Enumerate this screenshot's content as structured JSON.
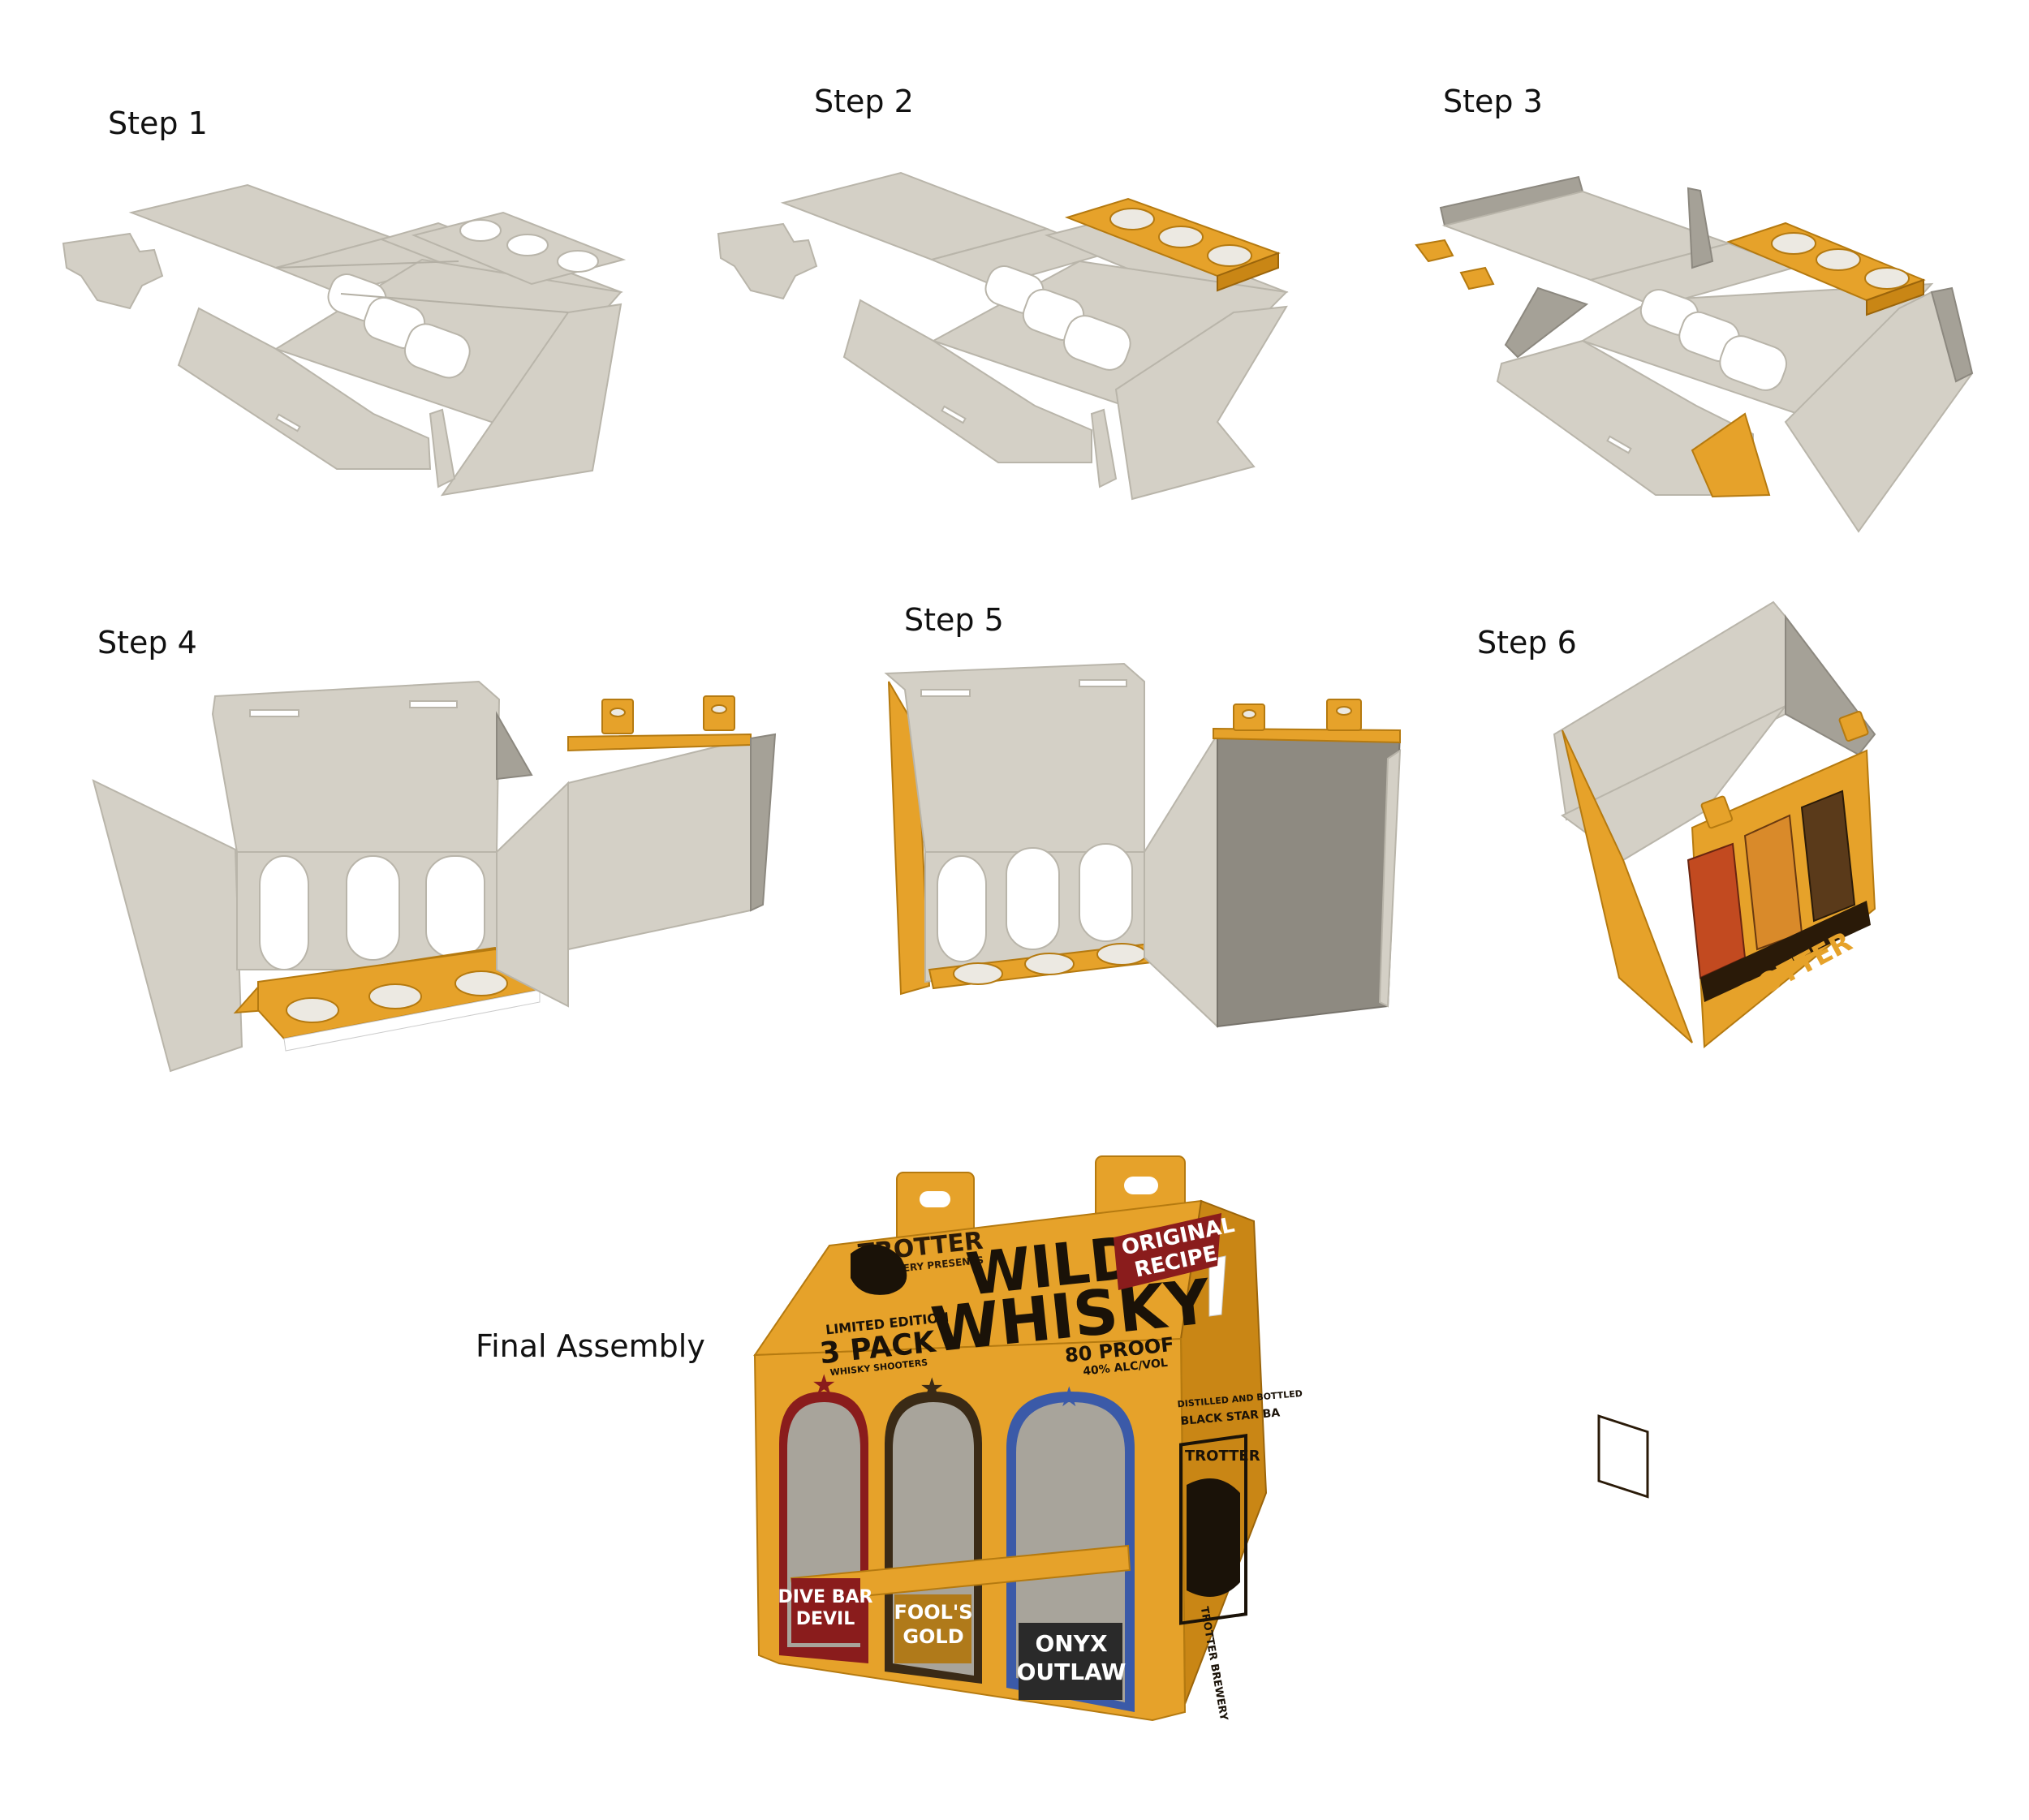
{
  "steps": [
    {
      "label": "Step 1"
    },
    {
      "label": "Step 2"
    },
    {
      "label": "Step 3"
    },
    {
      "label": "Step 4"
    },
    {
      "label": "Step 5"
    },
    {
      "label": "Step 6"
    }
  ],
  "final": {
    "label": "Final Assembly",
    "box": {
      "brand": "TROTTER",
      "presents": "DISTILLERY PRESENTS",
      "title_line1": "WILD",
      "title_line2": "WHISKY",
      "ribbon_line1": "ORIGINAL",
      "ribbon_line2": "RECIPE",
      "edition": "LIMITED EDITION",
      "pack": "3 PACK",
      "pack_sub": "WHISKY SHOOTERS",
      "proof": "80 PROOF",
      "alc": "40% ALC/VOL",
      "side_text1": "DISTILLED AND BOTTLED",
      "side_text2": "BLACK STAR BA",
      "side_brand": "TROTTER",
      "side_bottom": "TROTTER BREWERY",
      "flavors": [
        {
          "line1": "DIVE BAR",
          "line2": "DEVIL",
          "color": "#8a1c1c"
        },
        {
          "line1": "FOOL'S",
          "line2": "GOLD",
          "color": "#b07a1a"
        },
        {
          "line1": "ONYX",
          "line2": "OUTLAW",
          "color": "#2a2a2a"
        }
      ]
    }
  },
  "step6_side": "TROTTER",
  "colors": {
    "board": "#d4d0c6",
    "print_orange": "#e6a22a",
    "arch_red": "#8a1c1c",
    "arch_blue": "#3b5aa8",
    "arch_dark": "#3a2a16"
  }
}
